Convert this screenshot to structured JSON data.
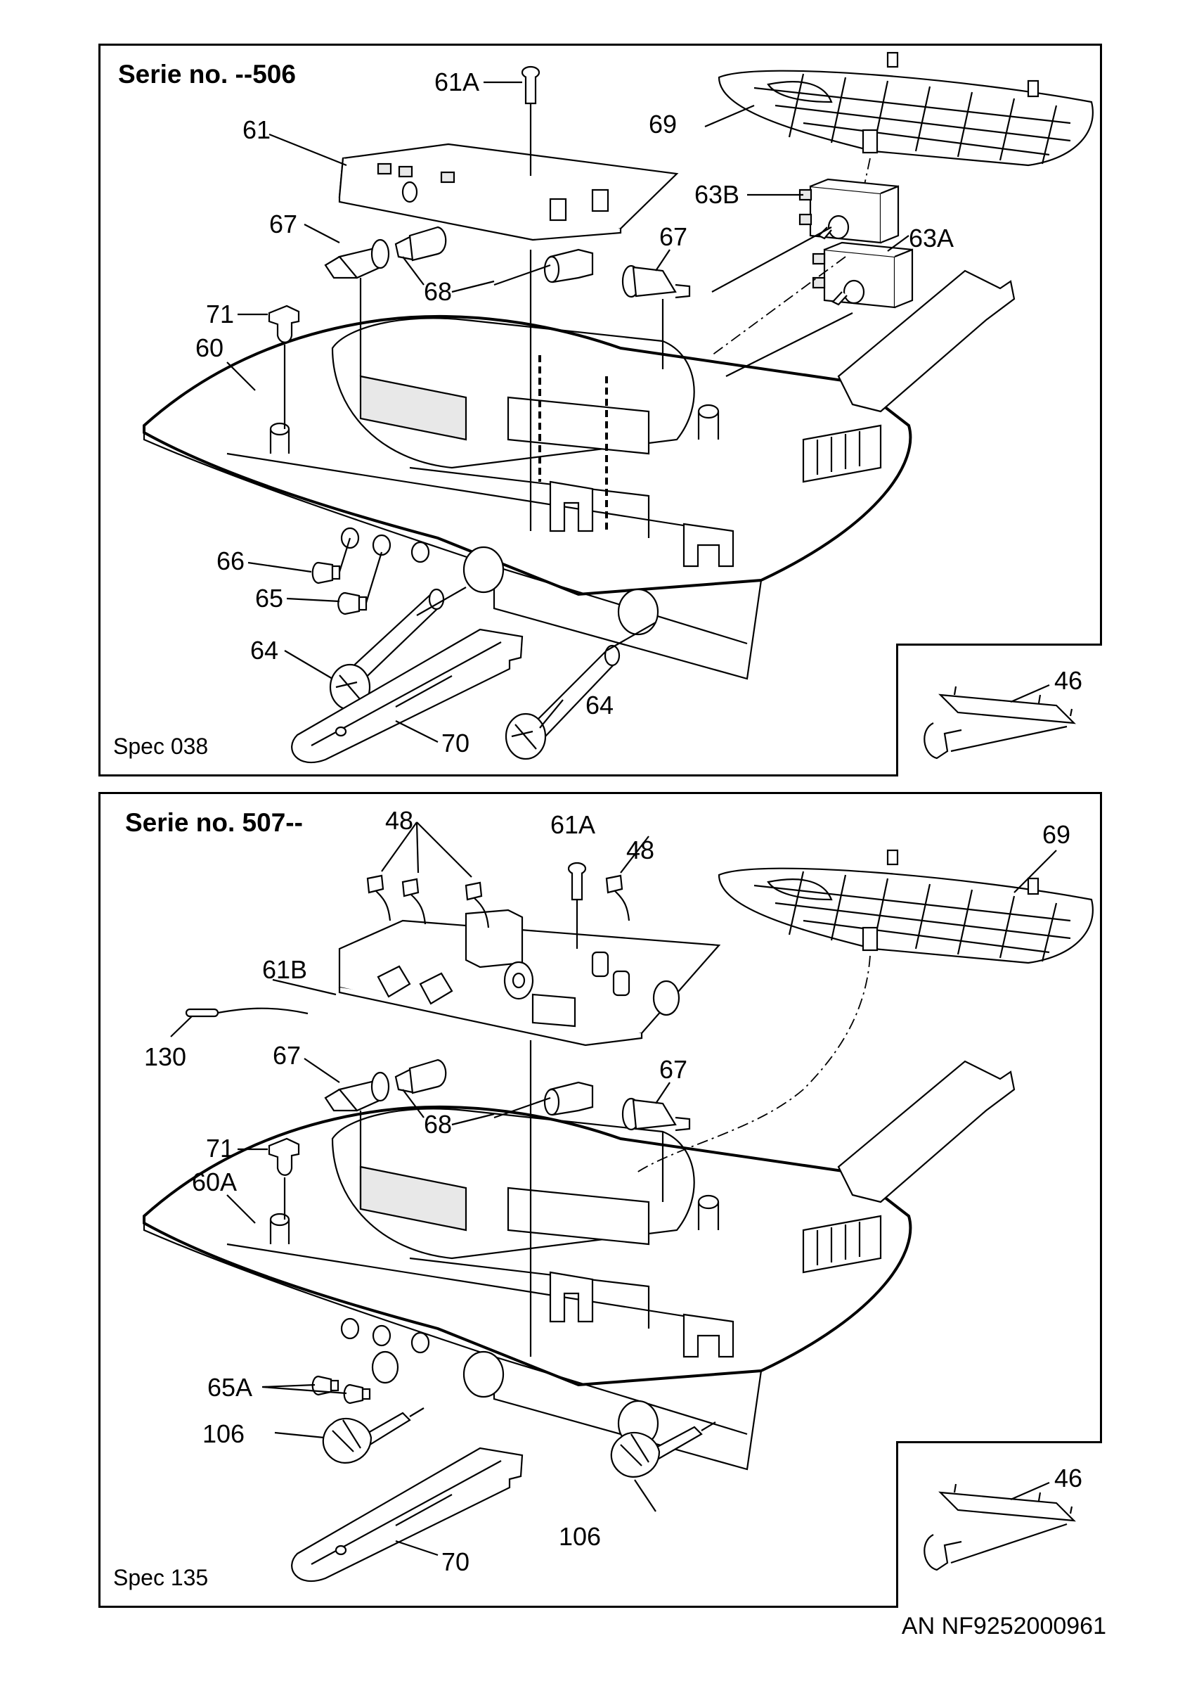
{
  "document_code": "AN  NF9252000961",
  "panels": [
    {
      "serie": "Serie no. --506",
      "spec": "Spec 038",
      "callouts": {
        "c61a": "61A",
        "c61": "61",
        "c69": "69",
        "c63b": "63B",
        "c63a": "63A",
        "c67a": "67",
        "c67b": "67",
        "c68": "68",
        "c71": "71",
        "c60": "60",
        "c66": "66",
        "c65": "65",
        "c64a": "64",
        "c64b": "64",
        "c70": "70",
        "c46": "46"
      }
    },
    {
      "serie": "Serie no. 507--",
      "spec": "Spec 135",
      "callouts": {
        "c48a": "48",
        "c48b": "48",
        "c61a": "61A",
        "c69": "69",
        "c61b": "61B",
        "c130": "130",
        "c67a": "67",
        "c67b": "67",
        "c68": "68",
        "c71": "71",
        "c60a": "60A",
        "c65a": "65A",
        "c106a": "106",
        "c106b": "106",
        "c70": "70",
        "c46": "46"
      }
    }
  ]
}
